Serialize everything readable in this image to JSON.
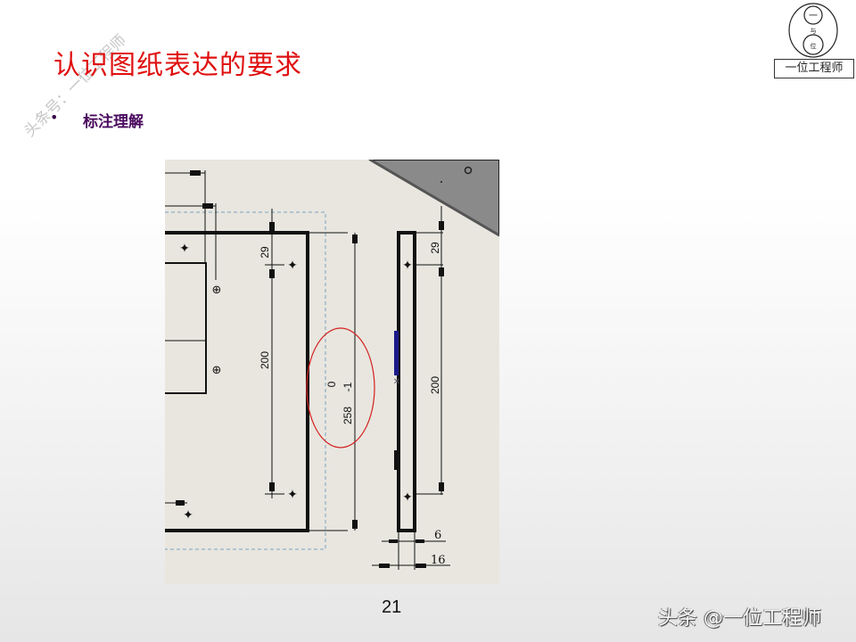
{
  "slide": {
    "title": "认识图纸表达的要求",
    "bullet_symbol": "•",
    "bullet_text": "标注理解",
    "page_number": "21",
    "watermark_diagonal": "头条号：一位工程师",
    "footer_watermark": "头条 @一位工程师",
    "title_color": "#e01010",
    "bullet_color": "#4a0a5e"
  },
  "logo": {
    "top_circle_char": "一",
    "middle_char": "与",
    "bottom_circle_char": "位",
    "label": "一位工程师"
  },
  "drawing": {
    "background": "#e8e6df",
    "dimensions": {
      "left_top_offset": "29",
      "left_hole_spacing": "200",
      "overall_height": "258",
      "tolerance_upper": "0",
      "tolerance_lower": "-1",
      "right_top_offset": "29",
      "right_hole_spacing": "200",
      "thickness_inner": "6",
      "thickness_outer": "16"
    },
    "highlight_ellipse_color": "#d42020"
  }
}
